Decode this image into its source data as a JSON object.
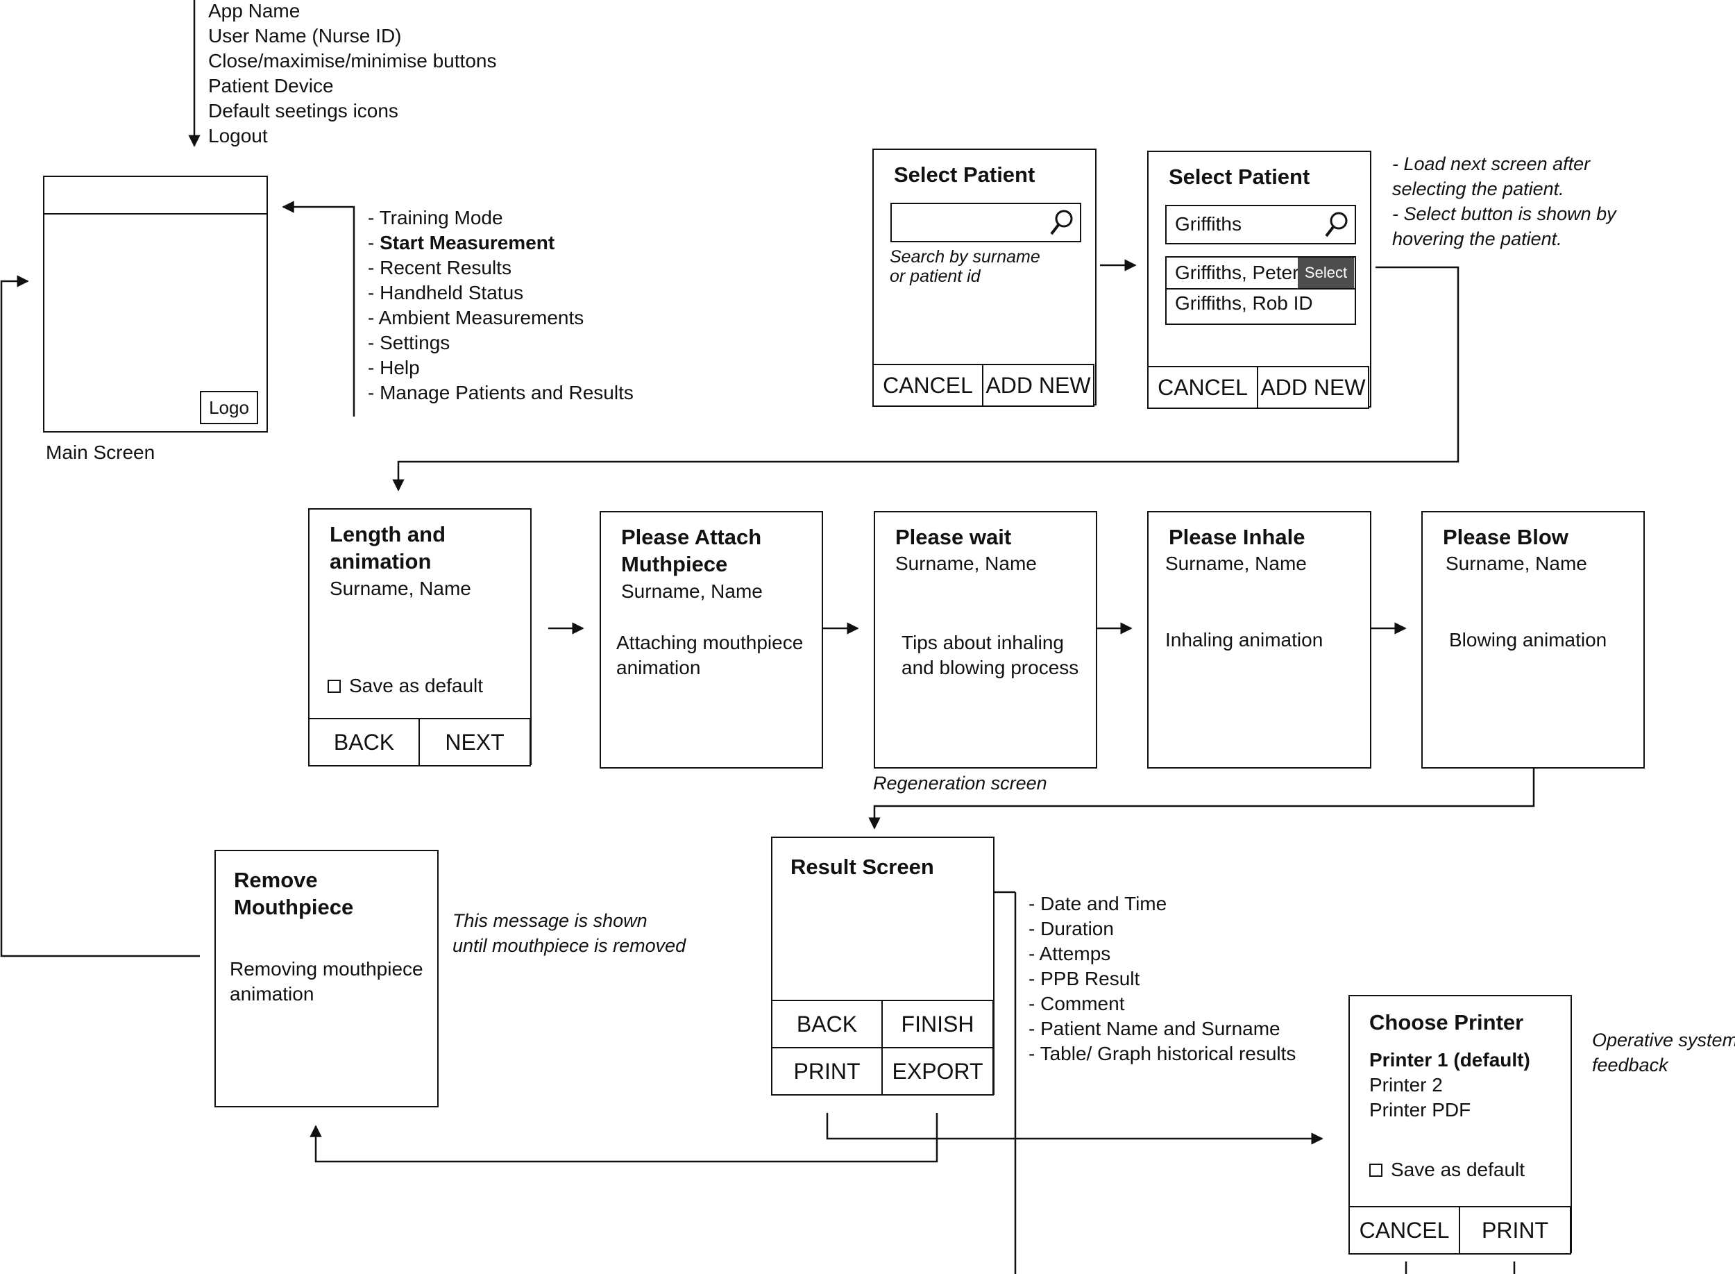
{
  "top_list": [
    "App Name",
    "User Name (Nurse ID)",
    "Close/maximise/minimise buttons",
    "Patient Device",
    "Default seetings icons",
    "Logout"
  ],
  "main_screen": {
    "caption": "Main Screen",
    "logo_label": "Logo"
  },
  "menu_items": [
    {
      "text": "-  Training Mode",
      "bold": false
    },
    {
      "text": "- ",
      "bold_part": "Start Measurement"
    },
    {
      "text": "- Recent Results"
    },
    {
      "text": "- Handheld Status"
    },
    {
      "text": "- Ambient Measurements"
    },
    {
      "text": "- Settings"
    },
    {
      "text": "- Help"
    },
    {
      "text": "- Manage Patients and Results"
    }
  ],
  "select_patient_1": {
    "title": "Select Patient",
    "hint_line1": "Search by surname",
    "hint_line2": "or patient id",
    "cancel": "CANCEL",
    "add_new": "ADD NEW"
  },
  "select_patient_2": {
    "title": "Select Patient",
    "search_value": "Griffiths",
    "results": [
      "Griffiths, Peter",
      "Griffiths, Rob  ID"
    ],
    "select_tag": "Select",
    "cancel": "CANCEL",
    "add_new": "ADD NEW"
  },
  "select_notes": [
    "- Load next screen after",
    "selecting the patient.",
    "- Select button is shown by",
    "hovering the patient."
  ],
  "length_screen": {
    "title_line1": "Length and",
    "title_line2": "animation",
    "subtitle": "Surname, Name",
    "save_default": "Save as default",
    "back": "BACK",
    "next": "NEXT"
  },
  "attach_screen": {
    "title_line1": "Please Attach",
    "title_line2": "Muthpiece",
    "subtitle": "Surname, Name",
    "body_line1": "Attaching mouthpiece",
    "body_line2": "animation"
  },
  "wait_screen": {
    "title": "Please wait",
    "subtitle": "Surname, Name",
    "body_line1": "Tips about inhaling",
    "body_line2": "and blowing process",
    "caption": "Regeneration screen"
  },
  "inhale_screen": {
    "title": "Please Inhale",
    "subtitle": "Surname, Name",
    "body": "Inhaling animation"
  },
  "blow_screen": {
    "title": "Please Blow",
    "subtitle": "Surname, Name",
    "body": "Blowing animation"
  },
  "remove_screen": {
    "title_line1": "Remove",
    "title_line2": "Mouthpiece",
    "body_line1": "Removing mouthpiece",
    "body_line2": "animation",
    "note_line1": "This message is shown",
    "note_line2": "until mouthpiece is removed"
  },
  "result_screen": {
    "title": "Result Screen",
    "back": "BACK",
    "finish": "FINISH",
    "print": "PRINT",
    "export": "EXPORT"
  },
  "result_items": [
    "-  Date and Time",
    "-  Duration",
    "-  Attemps",
    "-  PPB Result",
    "- Comment",
    "- Patient Name and Surname",
    "- Table/ Graph historical results"
  ],
  "printer_screen": {
    "title": "Choose Printer",
    "printers": [
      "Printer 1 (default)",
      "Printer 2",
      "Printer PDF"
    ],
    "save_default": "Save as default",
    "cancel": "CANCEL",
    "print": "PRINT",
    "note_line1": "Operative system",
    "note_line2": "feedback"
  }
}
